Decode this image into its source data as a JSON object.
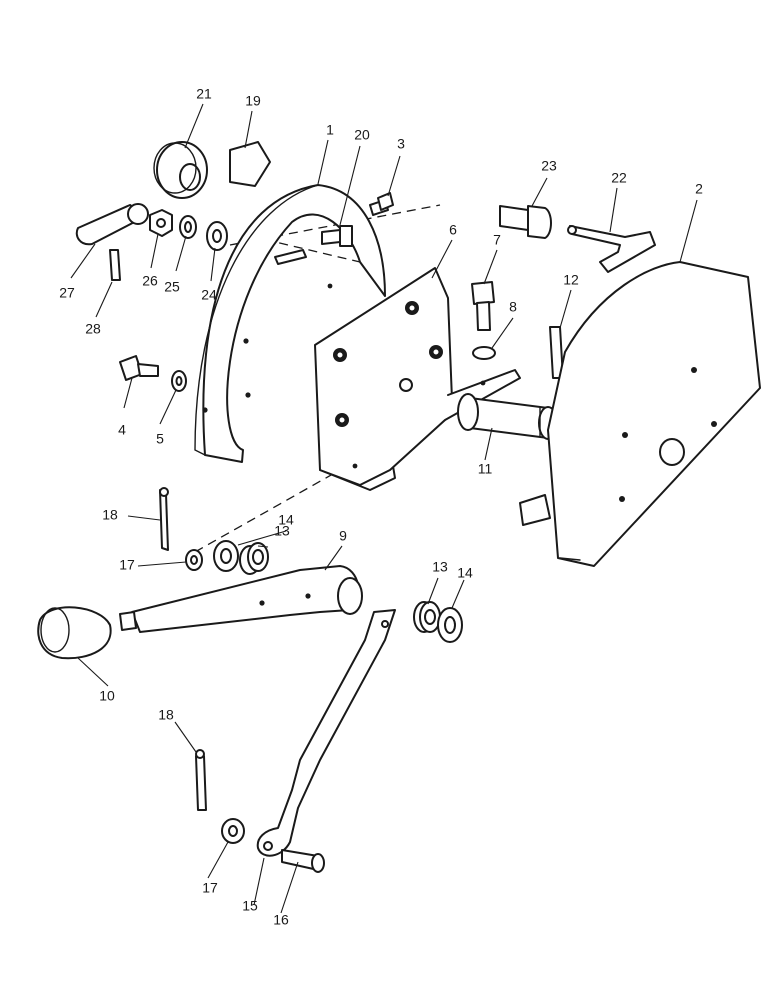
{
  "callouts": [
    "1",
    "2",
    "3",
    "4",
    "5",
    "6",
    "7",
    "8",
    "9",
    "10",
    "11",
    "12",
    "13",
    "14",
    "15",
    "16",
    "17",
    "18",
    "19",
    "20",
    "21",
    "22",
    "23",
    "24",
    "25",
    "26",
    "27",
    "28",
    "13",
    "14",
    "17",
    "18"
  ]
}
